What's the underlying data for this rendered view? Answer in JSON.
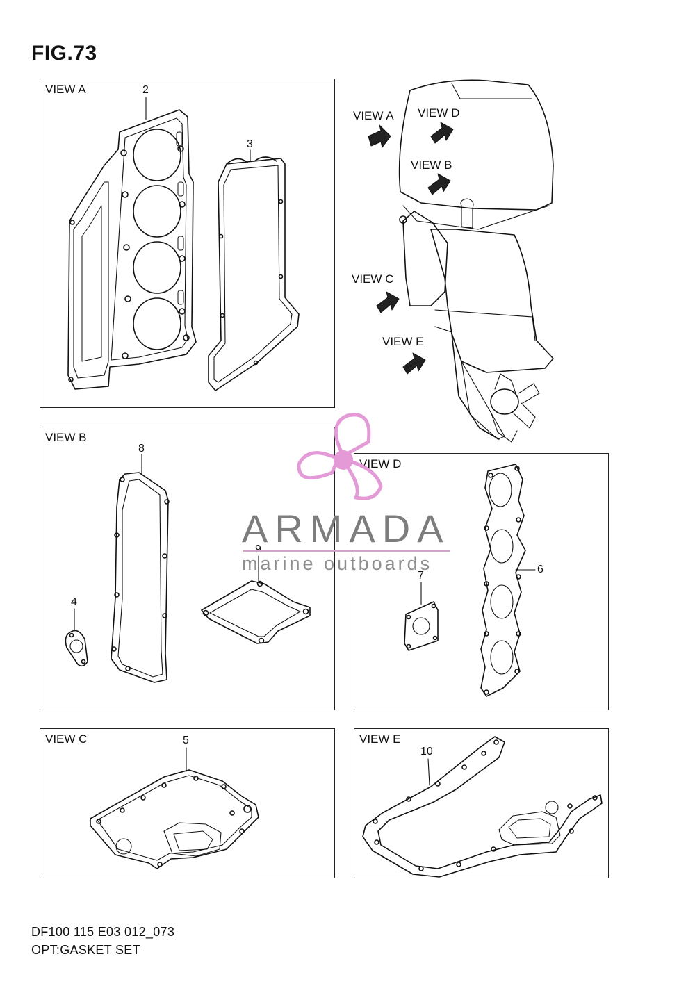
{
  "figure": {
    "title": "FIG.73"
  },
  "views": {
    "a": {
      "label": "VIEW A"
    },
    "b": {
      "label": "VIEW B"
    },
    "c": {
      "label": "VIEW C"
    },
    "d": {
      "label": "VIEW D"
    },
    "e": {
      "label": "VIEW E"
    }
  },
  "engine_view_labels": [
    "VIEW A",
    "VIEW D",
    "VIEW B",
    "VIEW C",
    "VIEW E"
  ],
  "parts": {
    "p2": "2",
    "p3": "3",
    "p4": "4",
    "p5": "5",
    "p6": "6",
    "p7": "7",
    "p8": "8",
    "p9": "9",
    "p10": "10"
  },
  "watermark": {
    "name": "ARMADA",
    "tagline": "marine outboards",
    "logo_color": "#e39ad6"
  },
  "footer": {
    "code": "DF100 115 E03 012_073",
    "caption": "OPT:GASKET SET"
  }
}
